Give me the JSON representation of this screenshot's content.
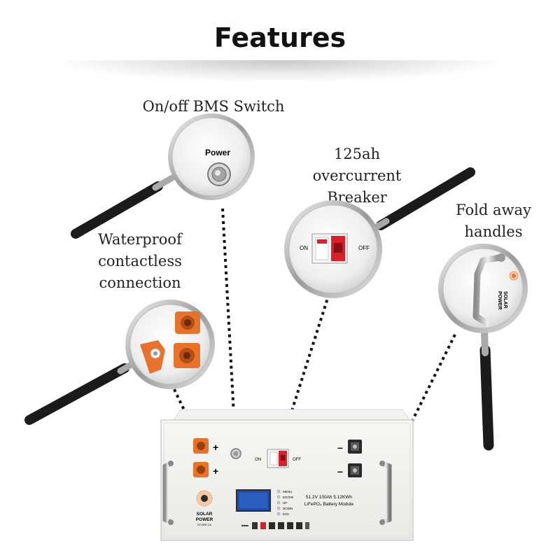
{
  "title": "Features",
  "callouts": {
    "bms_switch": "On/off BMS Switch",
    "breaker_line1": "125ah",
    "breaker_line2": "overcurrent",
    "breaker_line3": "Breaker",
    "handles_line1": "Fold away",
    "handles_line2": "handles",
    "connection_line1": "Waterproof",
    "connection_line2": "contactless",
    "connection_line3": "connection"
  },
  "magnifier_text": {
    "power": "Power",
    "on": "ON",
    "off": "OFF",
    "brand_line1": "SOLAR",
    "brand_line2": "POWER"
  },
  "battery_panel": {
    "plus": "+",
    "minus": "–",
    "on": "ON",
    "off": "OFF",
    "menu_buttons": [
      "MENU",
      "ENTER",
      "UP",
      "DOWN",
      "ESC"
    ],
    "model_line1": "51.2V 100Ah 5.12KWh",
    "model_line2": "LiFePO₄ Battery Module",
    "brand_line1": "SOLAR",
    "brand_line2": "POWER",
    "brand_line3": "STORE.CA"
  },
  "colors": {
    "connector_orange": "#e8722a",
    "breaker_red": "#d8202b",
    "display_blue": "#1e4fb0",
    "handle_black": "#1b1b1b"
  }
}
